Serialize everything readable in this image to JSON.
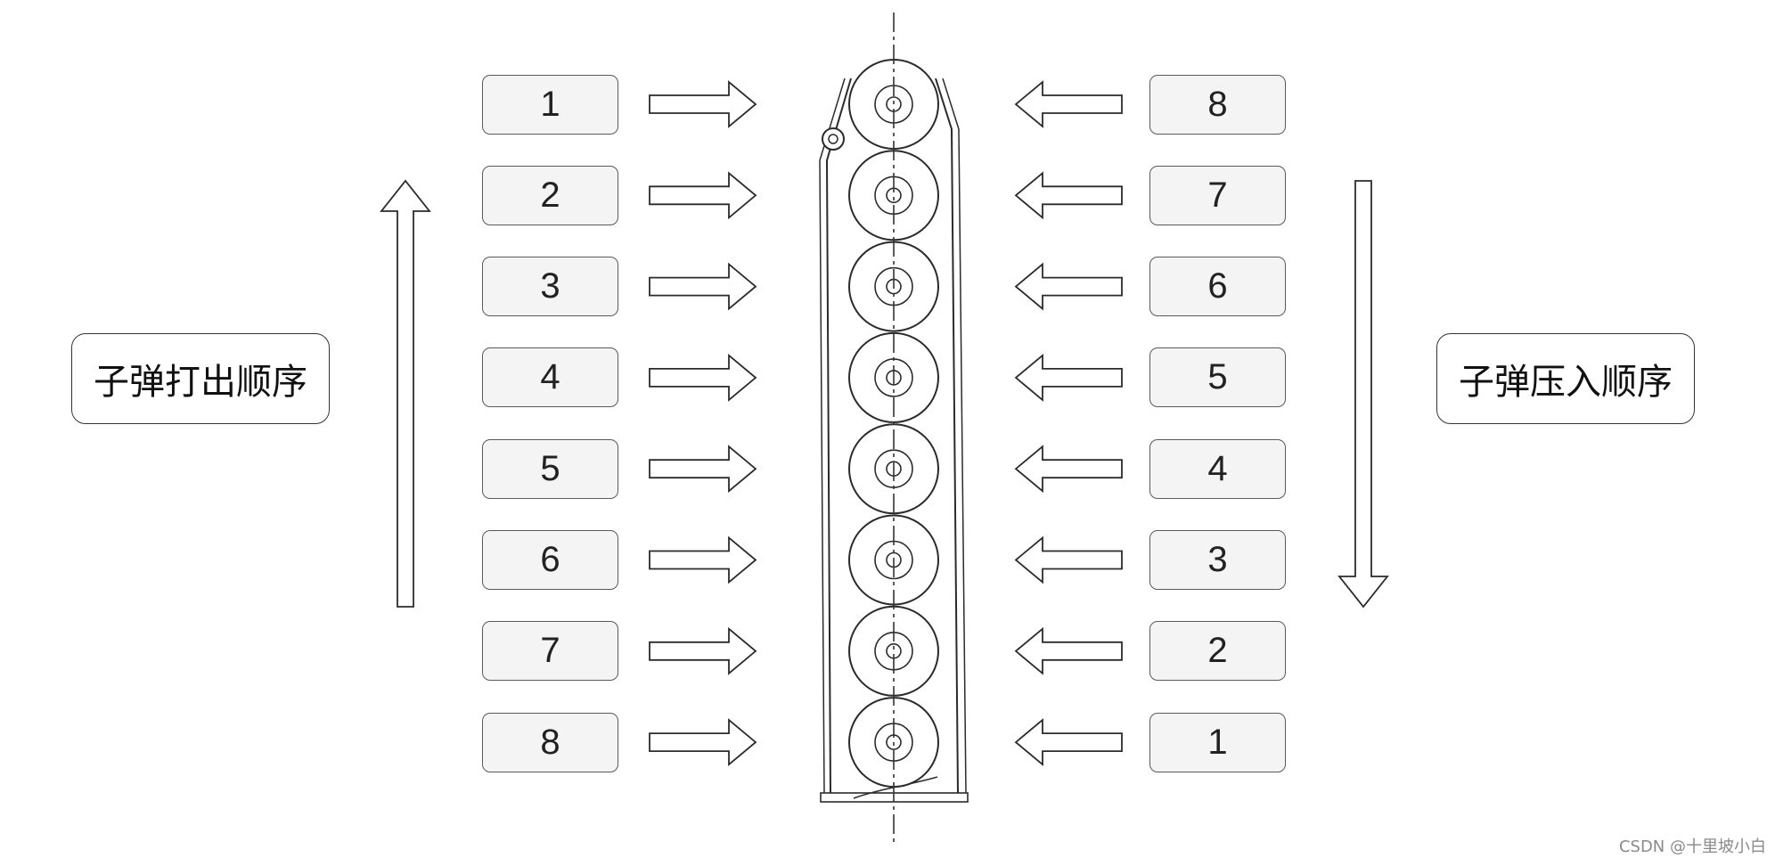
{
  "left_group": {
    "label": "子弹打出顺序",
    "numbers": [
      "1",
      "2",
      "3",
      "4",
      "5",
      "6",
      "7",
      "8"
    ],
    "flow_direction": "up"
  },
  "right_group": {
    "label": "子弹压入顺序",
    "numbers": [
      "8",
      "7",
      "6",
      "5",
      "4",
      "3",
      "2",
      "1"
    ],
    "flow_direction": "down"
  },
  "magazine": {
    "bullet_count": 8
  },
  "watermark": "CSDN @十里坡小白"
}
